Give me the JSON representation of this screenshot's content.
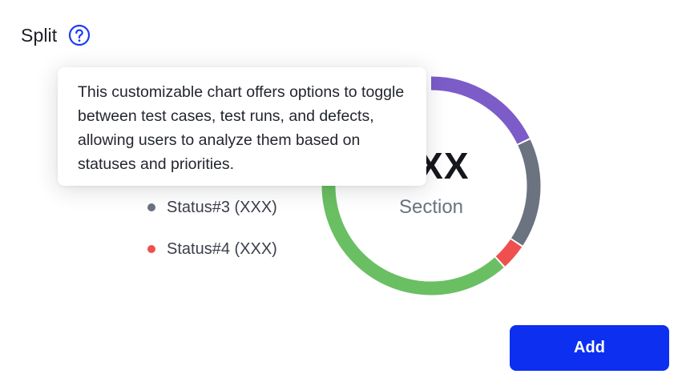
{
  "widget": {
    "title": "Split",
    "help_icon": "question-circle-icon"
  },
  "tooltip": {
    "text": "This customizable chart offers options to toggle between test cases, test runs, and defects, allowing users to analyze them based on statuses and priorities."
  },
  "legend": {
    "items": [
      {
        "label": "Status#3 (XXX)",
        "color": "#6b7280"
      },
      {
        "label": "Status#4 (XXX)",
        "color": "#ef4f4f"
      }
    ]
  },
  "donut": {
    "center_value": "XXX",
    "center_label": "Section",
    "colors": {
      "purple": "#7c5cc8",
      "gray": "#6b7280",
      "red": "#ef4f4f",
      "green": "#6abf62"
    }
  },
  "actions": {
    "add_label": "Add"
  },
  "colors": {
    "accent": "#0c2ff0",
    "help_icon": "#1c3cf0"
  }
}
